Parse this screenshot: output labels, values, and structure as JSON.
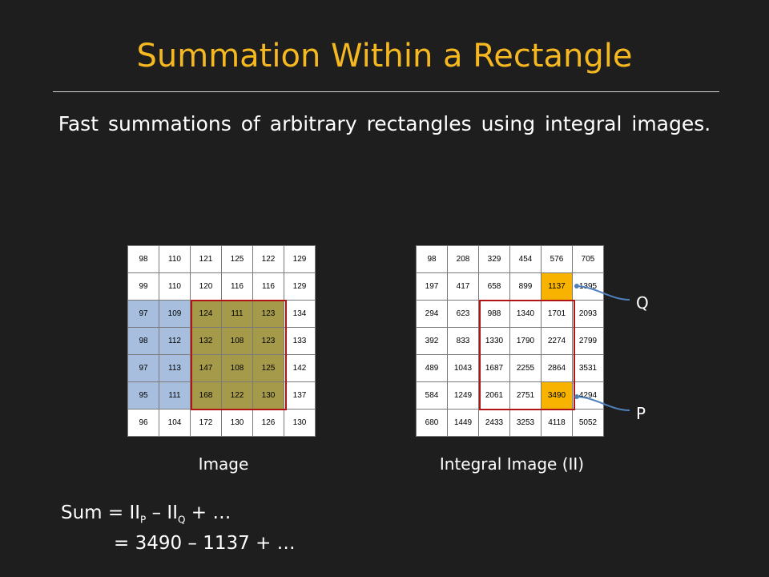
{
  "title": "Summation Within a Rectangle",
  "subtitle": "Fast summations of arbitrary rectangles using integral images.",
  "image_table": {
    "caption": "Image",
    "rows": [
      [
        "98",
        "110",
        "121",
        "125",
        "122",
        "129"
      ],
      [
        "99",
        "110",
        "120",
        "116",
        "116",
        "129"
      ],
      [
        "97",
        "109",
        "124",
        "111",
        "123",
        "134"
      ],
      [
        "98",
        "112",
        "132",
        "108",
        "123",
        "133"
      ],
      [
        "97",
        "113",
        "147",
        "108",
        "125",
        "142"
      ],
      [
        "95",
        "111",
        "168",
        "122",
        "130",
        "137"
      ],
      [
        "96",
        "104",
        "172",
        "130",
        "126",
        "130"
      ]
    ],
    "colors": {
      "blue": "#a7bedf",
      "olive": "#a59a4a",
      "selection_border": "#b01414"
    }
  },
  "integral_table": {
    "caption": "Integral Image (II)",
    "rows": [
      [
        "98",
        "208",
        "329",
        "454",
        "576",
        "705"
      ],
      [
        "197",
        "417",
        "658",
        "899",
        "1137",
        "1395"
      ],
      [
        "294",
        "623",
        "988",
        "1340",
        "1701",
        "2093"
      ],
      [
        "392",
        "833",
        "1330",
        "1790",
        "2274",
        "2799"
      ],
      [
        "489",
        "1043",
        "1687",
        "2255",
        "2864",
        "3531"
      ],
      [
        "584",
        "1249",
        "2061",
        "2751",
        "3490",
        "4294"
      ],
      [
        "680",
        "1449",
        "2433",
        "3253",
        "4118",
        "5052"
      ]
    ],
    "highlight_color": "#f7b300"
  },
  "labels": {
    "q": "Q",
    "p": "P"
  },
  "formula": {
    "line1_prefix": "Sum = II",
    "sub_p": "P",
    "line1_mid": " – II",
    "sub_q": "Q",
    "line1_suffix": " + …",
    "line2": "= 3490 – 1137 + …"
  },
  "colors": {
    "title": "#f5b820",
    "background": "#1e1e1e",
    "arrow": "#4f81bd"
  }
}
